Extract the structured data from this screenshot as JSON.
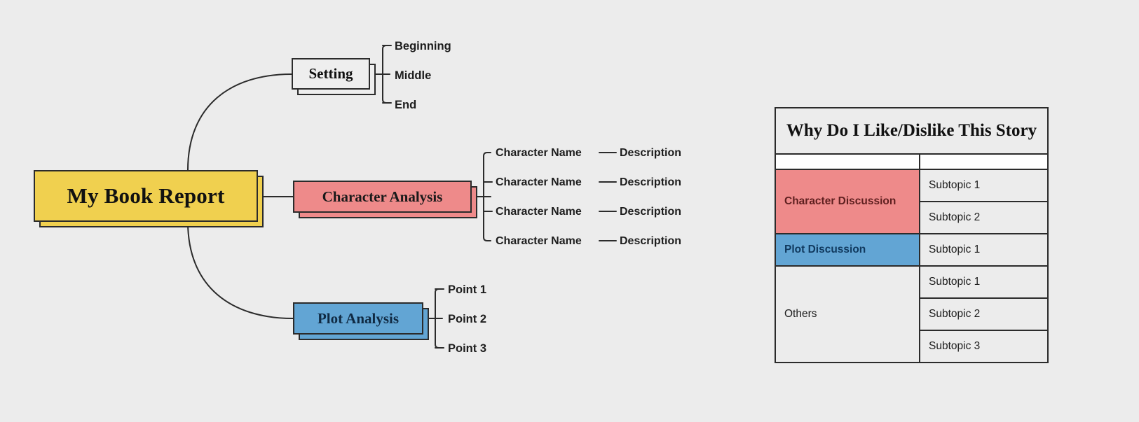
{
  "page": {
    "background": "#ececec",
    "kind": "mind-map-with-table"
  },
  "mindmap": {
    "root": {
      "label": "My Book Report",
      "color": "#f0d04f"
    },
    "branches": [
      {
        "id": "setting",
        "label": "Setting",
        "color": "#eeeeee",
        "children": [
          {
            "label": "Beginning"
          },
          {
            "label": "Middle"
          },
          {
            "label": "End"
          }
        ]
      },
      {
        "id": "character-analysis",
        "label": "Character Analysis",
        "color": "#ee8a8a",
        "children": [
          {
            "label": "Character Name",
            "detail": "Description"
          },
          {
            "label": "Character Name",
            "detail": "Description"
          },
          {
            "label": "Character Name",
            "detail": "Description"
          },
          {
            "label": "Character Name",
            "detail": "Description"
          }
        ]
      },
      {
        "id": "plot-analysis",
        "label": "Plot Analysis",
        "color": "#62a5d4",
        "children": [
          {
            "label": "Point 1"
          },
          {
            "label": "Point 2"
          },
          {
            "label": "Point 3"
          }
        ]
      }
    ]
  },
  "table": {
    "title": "Why Do I Like/Dislike This Story",
    "rows": [
      {
        "category": "Character Discussion",
        "category_color": "#ee8a8a",
        "subtopic": "Subtopic 1"
      },
      {
        "category": "",
        "category_color": "#ee8a8a",
        "subtopic": "Subtopic 2"
      },
      {
        "category": "Plot Discussion",
        "category_color": "#62a5d4",
        "subtopic": "Subtopic 1"
      },
      {
        "category": "Others",
        "category_color": "#ececec",
        "subtopic": "Subtopic 1"
      },
      {
        "category": "",
        "category_color": "#ececec",
        "subtopic": "Subtopic 2"
      },
      {
        "category": "",
        "category_color": "#ececec",
        "subtopic": "Subtopic 3"
      }
    ],
    "categories": {
      "character": "Character Discussion",
      "plot": "Plot Discussion",
      "others": "Others"
    },
    "subtopics": {
      "character_1": "Subtopic 1",
      "character_2": "Subtopic 2",
      "plot_1": "Subtopic 1",
      "others_1": "Subtopic 1",
      "others_2": "Subtopic 2",
      "others_3": "Subtopic 3"
    }
  },
  "labels": {
    "setting_1": "Beginning",
    "setting_2": "Middle",
    "setting_3": "End",
    "char_name_1": "Character Name",
    "char_desc_1": "Description",
    "char_name_2": "Character Name",
    "char_desc_2": "Description",
    "char_name_3": "Character Name",
    "char_desc_3": "Description",
    "char_name_4": "Character Name",
    "char_desc_4": "Description",
    "plot_1": "Point 1",
    "plot_2": "Point 2",
    "plot_3": "Point 3"
  }
}
